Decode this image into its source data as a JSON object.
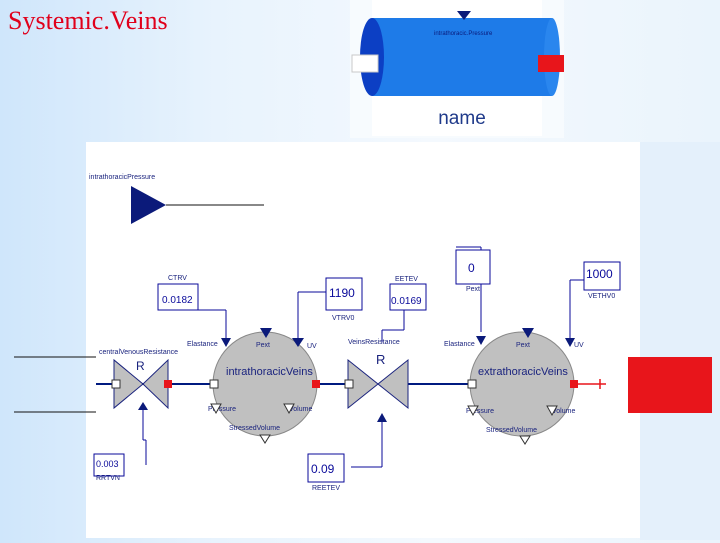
{
  "title": "Systemic.Veins",
  "icon": {
    "pressure_label": "intrathoracic.Pressure",
    "name_label": "name"
  },
  "diagram": {
    "top_label": "intrathoracicPressure",
    "params": {
      "ctrv_label": "CTRV",
      "ctrv_value": "0.0182",
      "vtrv0_value": "1190",
      "vtrv0_label": "VTRV0",
      "eetev_label": "EETEV",
      "eetev_value": "0.0169",
      "pext_value": "0",
      "pext_label": "Pext",
      "vethv0_value": "1000",
      "vethv0_label": "VETHV0",
      "rrtvn_value": "0.003",
      "rrtvn_label": "RRTVN",
      "reetev_value": "0.09",
      "reetev_label": "REETEV"
    },
    "resistors": {
      "left_label": "centralVenousResistance",
      "left_symbol": "R",
      "mid_label": "VeinsResistance",
      "mid_symbol": "R"
    },
    "intra": {
      "name": "intrathoracicVeins",
      "elastance": "Elastance",
      "pext": "Pext",
      "uv": "UV",
      "pressure": "Pressure",
      "volume": "Volume",
      "stressed": "StressedVolume"
    },
    "extra": {
      "name": "extrathoracicVeins",
      "elastance": "Elastance",
      "pext": "Pext",
      "uv": "UV",
      "pressure": "Pressure",
      "volume": "Volume",
      "stressed": "StressedVolume"
    }
  },
  "colors": {
    "title": "#e0001b",
    "navy": "#0b1a7a",
    "port_red": "#e8151b",
    "cylinder_blue": "#1e7be8"
  }
}
